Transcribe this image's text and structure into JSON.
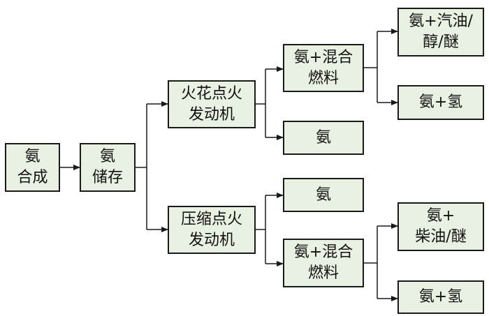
{
  "colors": {
    "box_fill": "#e9f1e2",
    "line": "#1a1a1a",
    "text": "#111111"
  },
  "nodes": {
    "synthesis": {
      "lines": [
        "氨",
        "合成"
      ]
    },
    "storage": {
      "lines": [
        "氨",
        "储存"
      ]
    },
    "si_engine": {
      "lines": [
        "火花点火",
        "发动机"
      ]
    },
    "ci_engine": {
      "lines": [
        "压缩点火",
        "发动机"
      ]
    },
    "si_mixed": {
      "lines": [
        "氨+混合",
        "燃料"
      ]
    },
    "si_ammonia": {
      "lines": [
        "氨"
      ]
    },
    "ci_ammonia": {
      "lines": [
        "氨"
      ]
    },
    "ci_mixed": {
      "lines": [
        "氨+混合",
        "燃料"
      ]
    },
    "si_gasoline": {
      "lines": [
        "氨+汽油/",
        "醇/醚"
      ]
    },
    "si_hydrogen": {
      "lines": [
        "氨+氢"
      ]
    },
    "ci_diesel": {
      "lines": [
        "氨+",
        "柴油/醚"
      ]
    },
    "ci_hydrogen": {
      "lines": [
        "氨+氢"
      ]
    }
  }
}
